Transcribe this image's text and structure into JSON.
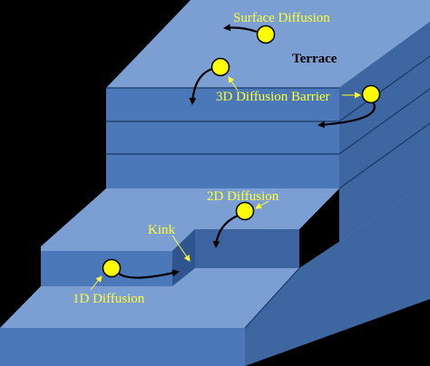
{
  "labels": {
    "surface_diffusion": "Surface Diffusion",
    "terrace": "Terrace",
    "diffusion_3d_barrier": "3D Diffusion Barrier",
    "diffusion_2d": "2D Diffusion",
    "kink": "Kink",
    "diffusion_1d": "1D Diffusion"
  },
  "colors": {
    "background": "#000000",
    "top_face": "#7b9fd3",
    "front_face": "#4b78b8",
    "side_face": "#3e66a0",
    "atom": "#ffff00",
    "label": "#ffff33"
  }
}
